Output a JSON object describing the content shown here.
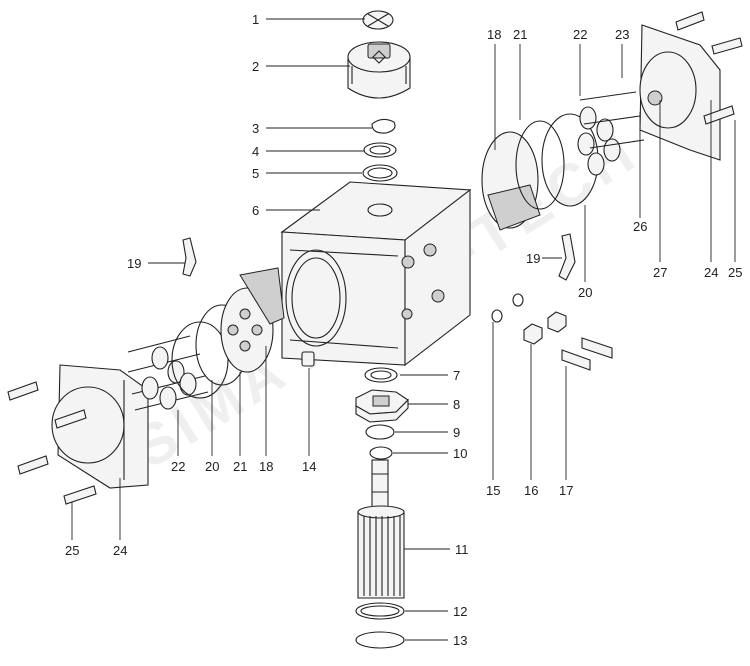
{
  "diagram": {
    "watermark": "SIMA AUTO-TECH",
    "callouts": [
      {
        "id": "c1",
        "text": "1"
      },
      {
        "id": "c2",
        "text": "2"
      },
      {
        "id": "c3",
        "text": "3"
      },
      {
        "id": "c4",
        "text": "4"
      },
      {
        "id": "c5",
        "text": "5"
      },
      {
        "id": "c6",
        "text": "6"
      },
      {
        "id": "c7",
        "text": "7"
      },
      {
        "id": "c8",
        "text": "8"
      },
      {
        "id": "c9",
        "text": "9"
      },
      {
        "id": "c10",
        "text": "10"
      },
      {
        "id": "c11",
        "text": "11"
      },
      {
        "id": "c12",
        "text": "12"
      },
      {
        "id": "c13",
        "text": "13"
      },
      {
        "id": "c14",
        "text": "14"
      },
      {
        "id": "c15",
        "text": "15"
      },
      {
        "id": "c16",
        "text": "16"
      },
      {
        "id": "c17",
        "text": "17"
      },
      {
        "id": "c18a",
        "text": "18"
      },
      {
        "id": "c18b",
        "text": "18"
      },
      {
        "id": "c19a",
        "text": "19"
      },
      {
        "id": "c19b",
        "text": "19"
      },
      {
        "id": "c20a",
        "text": "20"
      },
      {
        "id": "c20b",
        "text": "20"
      },
      {
        "id": "c21a",
        "text": "21"
      },
      {
        "id": "c21b",
        "text": "21"
      },
      {
        "id": "c22a",
        "text": "22"
      },
      {
        "id": "c22b",
        "text": "22"
      },
      {
        "id": "c23",
        "text": "23"
      },
      {
        "id": "c24a",
        "text": "24"
      },
      {
        "id": "c24b",
        "text": "24"
      },
      {
        "id": "c25a",
        "text": "25"
      },
      {
        "id": "c25b",
        "text": "25"
      },
      {
        "id": "c26",
        "text": "26"
      },
      {
        "id": "c27",
        "text": "27"
      }
    ]
  }
}
